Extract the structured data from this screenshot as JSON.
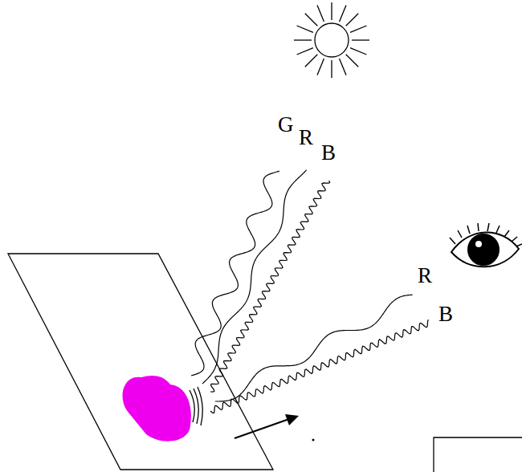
{
  "diagram": {
    "labels": [
      "G",
      "R",
      "B",
      "R",
      "B"
    ]
  }
}
